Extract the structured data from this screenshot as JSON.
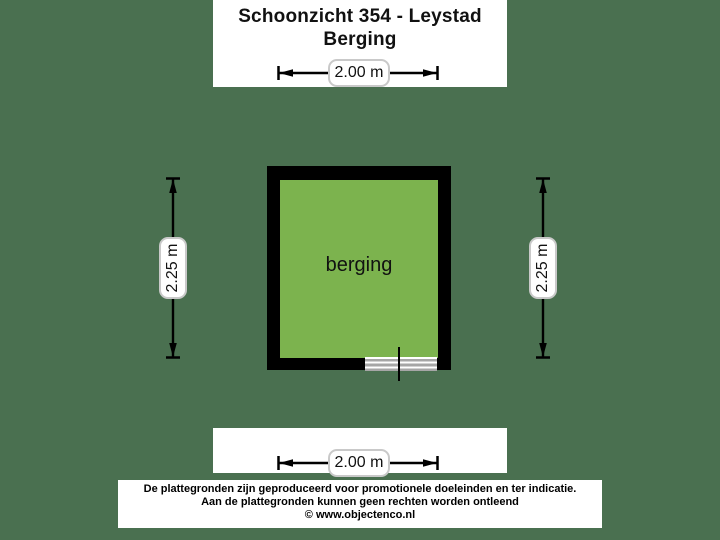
{
  "title": {
    "line1": "Schoonzicht 354 - Leystad",
    "line2": "Berging"
  },
  "room": {
    "label": "berging"
  },
  "dimensions": {
    "top": "2.00 m",
    "bottom": "2.00 m",
    "left": "2.25 m",
    "right": "2.25 m"
  },
  "footer": {
    "line1": "De plattegronden zijn geproduceerd voor promotionele doeleinden en ter indicatie.",
    "line2": "Aan de plattegronden kunnen geen rechten worden ontleend",
    "line3": "© www.objectenco.nl"
  },
  "colors": {
    "background": "#4A7050",
    "room_fill": "#7CB34E",
    "wall": "#000000",
    "pill_border": "#C9C9C9",
    "threshold_stripe": "#A6A6A6"
  }
}
